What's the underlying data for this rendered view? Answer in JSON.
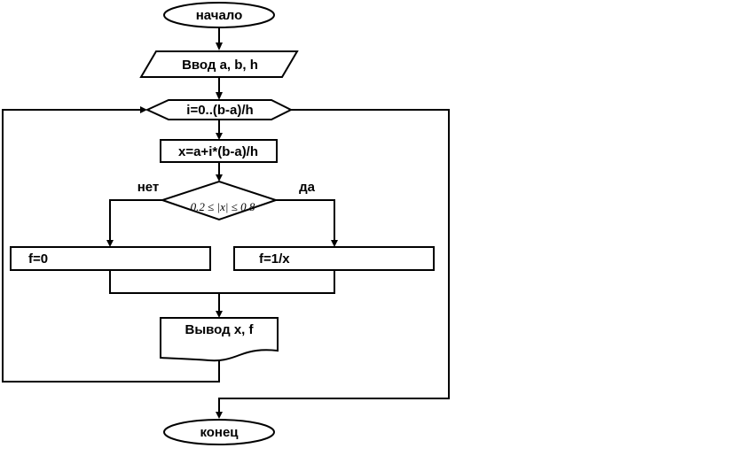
{
  "flowchart": {
    "start": "начало",
    "input": "Ввод a, b, h",
    "loop": "i=0..(b-a)/h",
    "compute_x": "x=a+i*(b-a)/h",
    "condition": "0.2 ≤ |x| ≤ 0.8",
    "branch_no": "нет",
    "branch_yes": "да",
    "f_zero": "f=0",
    "f_recip": "f=1/x",
    "output": "Вывод x, f",
    "end": "конец"
  },
  "colors": {
    "stroke": "#000000",
    "fill": "#ffffff"
  }
}
